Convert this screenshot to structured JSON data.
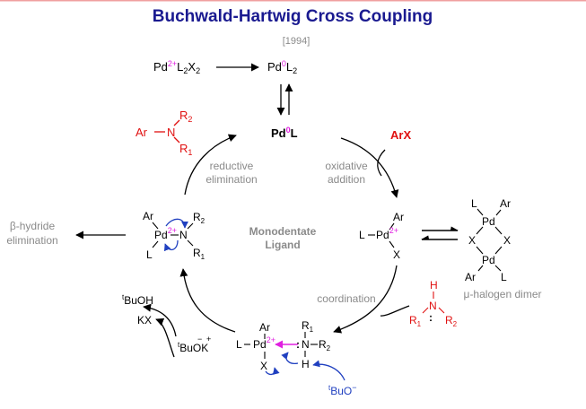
{
  "header": {
    "title": "Buchwald-Hartwig Cross Coupling",
    "year": "[1994]"
  },
  "colors": {
    "title": "#1a1a90",
    "accent_red": "#e01010",
    "magenta": "#e020e0",
    "blue_arrow": "#2040c0",
    "gray_text": "#8a8a8a",
    "top_line": "#f0a0a0"
  },
  "glyphs": {
    "pd": "Pd",
    "l": "L",
    "x": "X",
    "n": "N",
    "h": "H",
    "ar": "Ar",
    "r": "R",
    "one": "1",
    "two": "2",
    "zero": "0",
    "two_plus": "2+",
    "minus": "−",
    "plus": "+",
    "t": "t",
    "bu": "Bu",
    "buoh": "BuOH",
    "buok": "BuOK",
    "buo": "BuO",
    "kx": "KX",
    "arx": "ArX",
    "lone_pair": ":"
  },
  "labels": {
    "reductive": "reductive",
    "elimination": "elimination",
    "oxidative": "oxidative",
    "addition": "addition",
    "coordination": "coordination",
    "monodentate": "Monodentate",
    "ligand": "Ligand",
    "beta_hydride_beta": "β",
    "beta_hydride_rest": "-hydride",
    "beta_elimination": "elimination",
    "mu_halogen_mu": "μ",
    "mu_halogen_rest": "-halogen dimer"
  }
}
